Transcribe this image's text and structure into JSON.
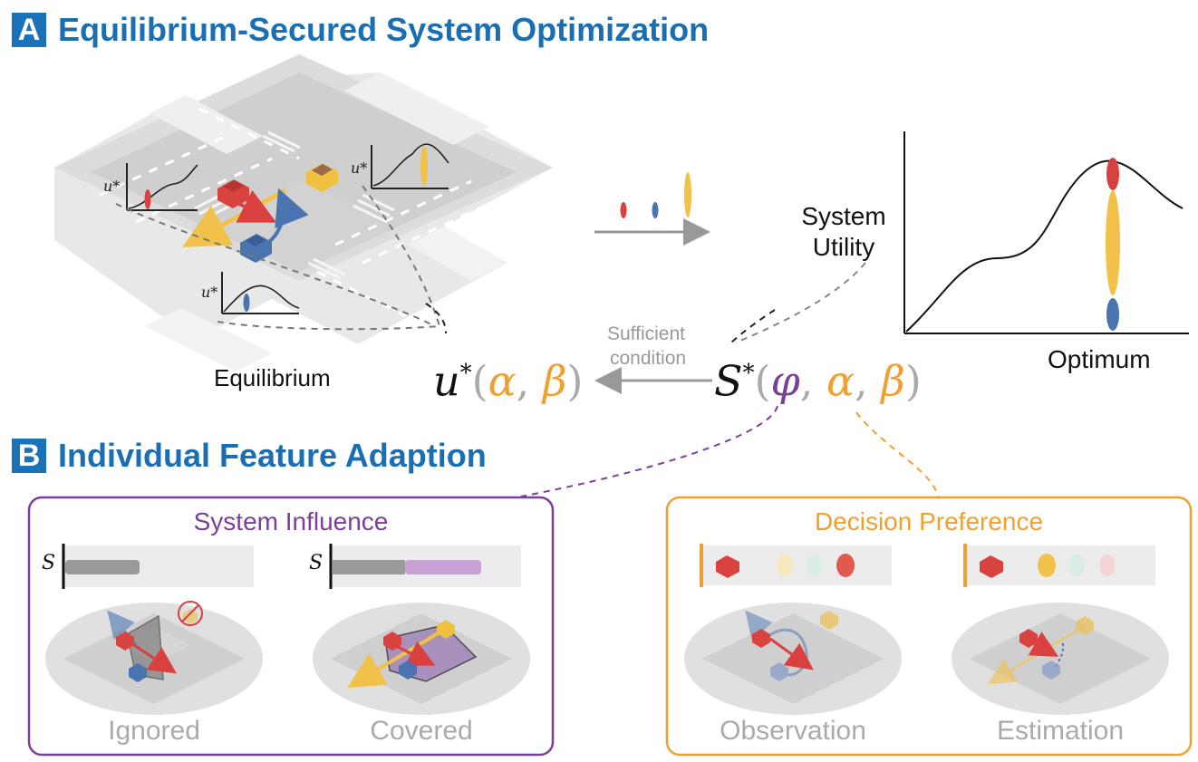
{
  "section_a": {
    "badge": "A",
    "title": "Equilibrium-Secured System Optimization"
  },
  "section_b": {
    "badge": "B",
    "title": "Individual Feature Adaption"
  },
  "intersection": {
    "caption": "Equilibrium",
    "u_star_label": "u*"
  },
  "utility_plot": {
    "ylabel": "System Utility",
    "xlabel": "Optimum"
  },
  "formula": {
    "left": {
      "symbol": "u",
      "sup": "*",
      "args": [
        "α",
        "β"
      ]
    },
    "right": {
      "symbol": "S",
      "sup": "*",
      "args": [
        "φ",
        "α",
        "β"
      ]
    },
    "arrow_label_line1": "Sufficient",
    "arrow_label_line2": "condition"
  },
  "system_influence": {
    "title": "System Influence",
    "s_label": "S",
    "cases": [
      {
        "caption": "Ignored",
        "bar_gray_fraction": 0.3,
        "bar_purple_fraction": 0.0
      },
      {
        "caption": "Covered",
        "bar_gray_fraction": 0.4,
        "bar_purple_fraction": 0.42
      }
    ]
  },
  "decision_preference": {
    "title": "Decision Preference",
    "cases": [
      {
        "caption": "Observation"
      },
      {
        "caption": "Estimation"
      }
    ]
  },
  "colors": {
    "accent_blue": "#1a6fb3",
    "purple": "#7b3f98",
    "orange": "#f0a030",
    "red": "#d94040",
    "blue": "#4a74b0",
    "yellow": "#f2c14a"
  }
}
